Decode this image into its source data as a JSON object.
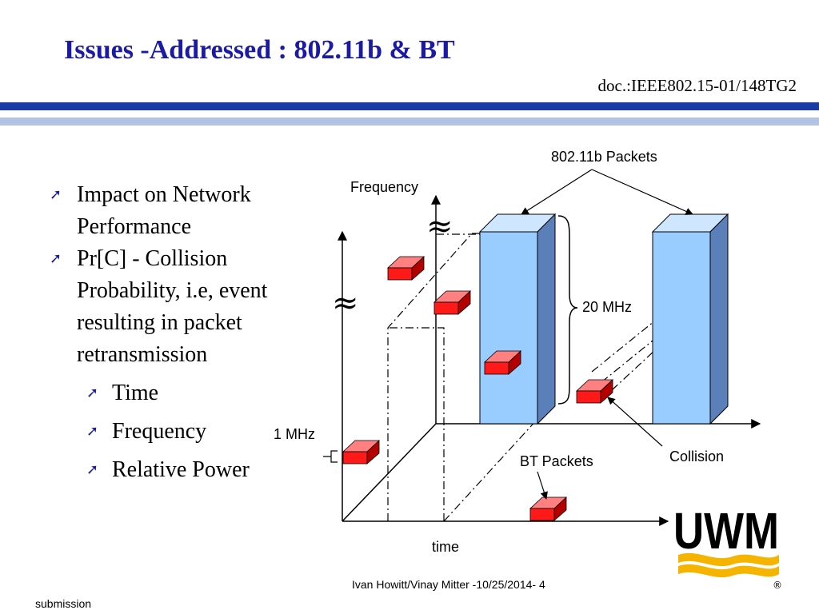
{
  "header": {
    "title": "Issues -Addressed : 802.11b & BT",
    "doc_id": "doc.:IEEE802.15-01/148TG2"
  },
  "bullets": [
    {
      "text": "Impact on Network Performance",
      "level": 1
    },
    {
      "text": "Pr[C] - Collision Probability, i.e, event resulting in packet retransmission",
      "level": 1
    },
    {
      "text": "Time",
      "level": 2
    },
    {
      "text": "Frequency",
      "level": 2
    },
    {
      "text": "Relative Power",
      "level": 2
    }
  ],
  "bullet_glyph": "➚",
  "diagram": {
    "label_80211b_packets": "802.11b Packets",
    "label_frequency": "Frequency",
    "label_20mhz": "20 MHz",
    "label_1mhz": "1 MHz",
    "label_bt_packets": "BT Packets",
    "label_collision": "Collision",
    "label_time": "time",
    "approx_symbol": "≈",
    "colors": {
      "wifi_packet": "#99ccff",
      "bt_packet": "#ff1a1a"
    }
  },
  "logo": {
    "text": "UWM",
    "registered": "®"
  },
  "footer": {
    "author_date": "Ivan Howitt/Vinay Mitter -10/25/2014- 4",
    "submission": "submission"
  }
}
